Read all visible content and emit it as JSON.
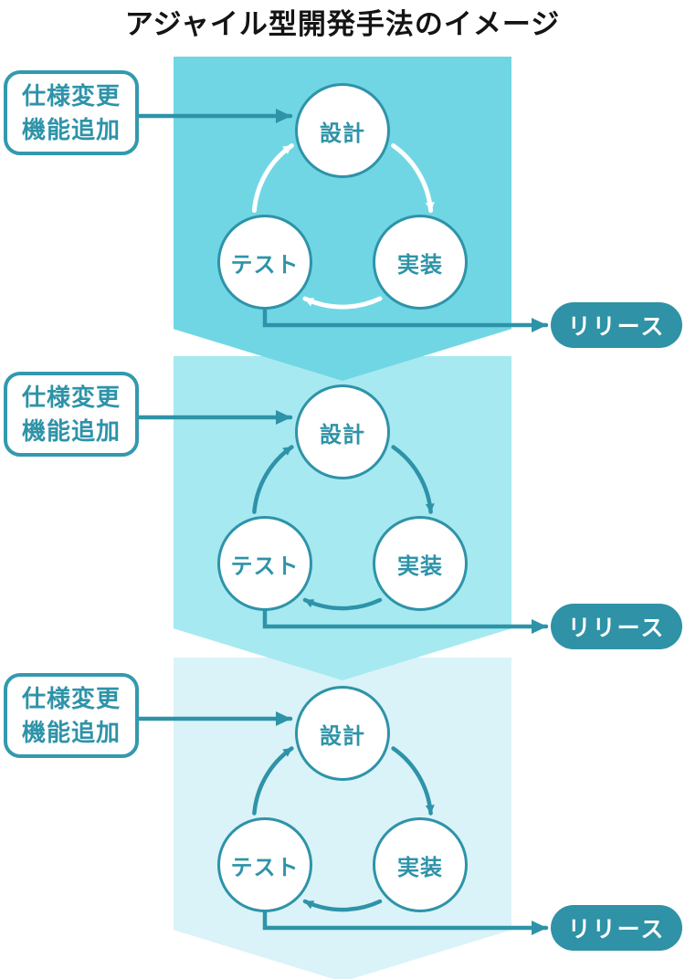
{
  "title": "アジャイル型開発手法のイメージ",
  "colors": {
    "teal_stroke": "#2e93a8",
    "pill_background": "#2f92a6",
    "section_backgrounds": [
      "#70d6e4",
      "#a6e9f1",
      "#d9f3f8"
    ],
    "cycle_arrow_colors": [
      "#ffffff",
      "#2e93a8",
      "#2e93a8"
    ],
    "title_color": "#141414"
  },
  "sections": [
    {
      "change_box": {
        "line1": "仕様変更",
        "line2": "機能追加"
      },
      "nodes": {
        "design": "設計",
        "implement": "実装",
        "test": "テスト"
      },
      "release": "リリース"
    },
    {
      "change_box": {
        "line1": "仕様変更",
        "line2": "機能追加"
      },
      "nodes": {
        "design": "設計",
        "implement": "実装",
        "test": "テスト"
      },
      "release": "リリース"
    },
    {
      "change_box": {
        "line1": "仕様変更",
        "line2": "機能追加"
      },
      "nodes": {
        "design": "設計",
        "implement": "実装",
        "test": "テスト"
      },
      "release": "リリース"
    }
  ]
}
